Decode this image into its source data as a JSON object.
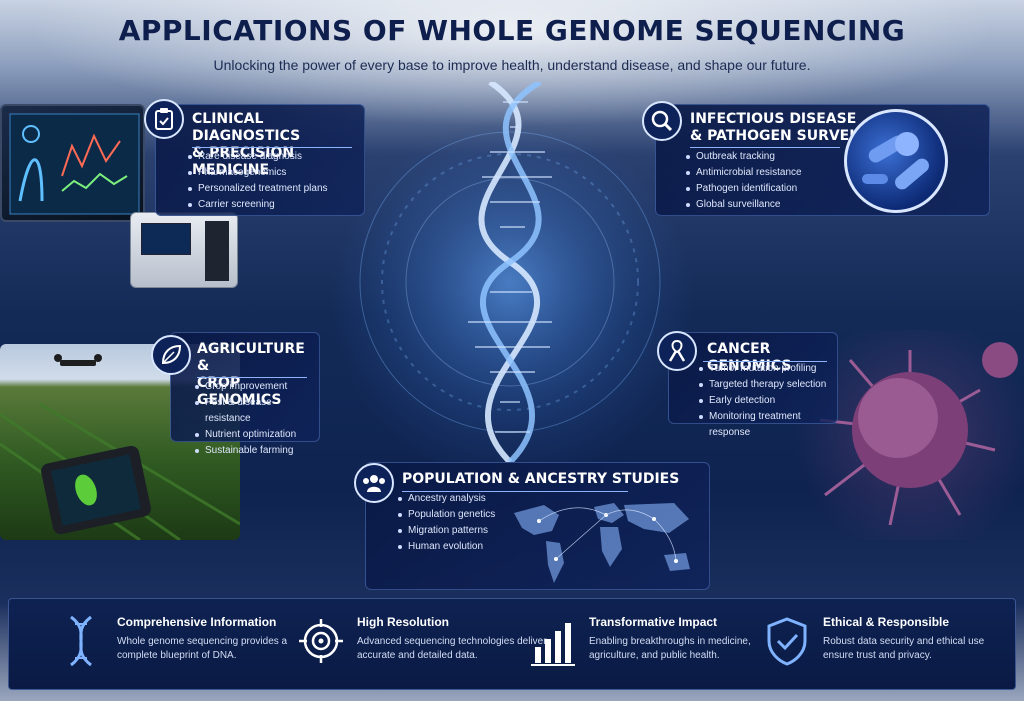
{
  "header": {
    "title": "APPLICATIONS OF WHOLE GENOME SEQUENCING",
    "subtitle": "Unlocking the power of every base to improve health, understand disease, and shape our future."
  },
  "panels": {
    "clinical": {
      "icon": "clipboard-icon",
      "title_line1": "CLINICAL DIAGNOSTICS",
      "title_line2": "& PRECISION MEDICINE",
      "items": [
        "Rare disease diagnosis",
        "Pharmacogenomics",
        "Personalized treatment plans",
        "Carrier screening"
      ]
    },
    "infectious": {
      "icon": "magnifier-icon",
      "title_line1": "INFECTIOUS DISEASE",
      "title_line2": "& PATHOGEN SURVEILLANCE",
      "items": [
        "Outbreak tracking",
        "Antimicrobial resistance",
        "Pathogen identification",
        "Global surveillance"
      ]
    },
    "agriculture": {
      "icon": "leaf-icon",
      "title_line1": "AGRICULTURE &",
      "title_line2": "CROP GENOMICS",
      "items": [
        "Crop improvement",
        "Pest & disease resistance",
        "Nutrient optimization",
        "Sustainable farming"
      ]
    },
    "cancer": {
      "icon": "ribbon-icon",
      "title_line1": "CANCER GENOMICS",
      "items": [
        "Tumor mutation profiling",
        "Targeted therapy selection",
        "Early detection",
        "Monitoring treatment response"
      ]
    },
    "population": {
      "icon": "people-icon",
      "title_line1": "POPULATION & ANCESTRY STUDIES",
      "items": [
        "Ancestry analysis",
        "Population genetics",
        "Migration patterns",
        "Human evolution"
      ]
    }
  },
  "features": [
    {
      "icon": "dna-icon",
      "title": "Comprehensive Information",
      "desc": "Whole genome sequencing provides a complete blueprint of DNA."
    },
    {
      "icon": "target-icon",
      "title": "High Resolution",
      "desc": "Advanced sequencing technologies deliver accurate and detailed data."
    },
    {
      "icon": "bar-chart-icon",
      "title": "Transformative Impact",
      "desc": "Enabling breakthroughs in medicine, agriculture, and public health."
    },
    {
      "icon": "shield-check-icon",
      "title": "Ethical & Responsible",
      "desc": "Robust data security and ethical use ensure trust and privacy."
    }
  ],
  "colors": {
    "title": "#0f1f4d",
    "panel_bg": "#0d2258",
    "accent": "#8fb4ff",
    "bar_bg": "#0e2252"
  }
}
